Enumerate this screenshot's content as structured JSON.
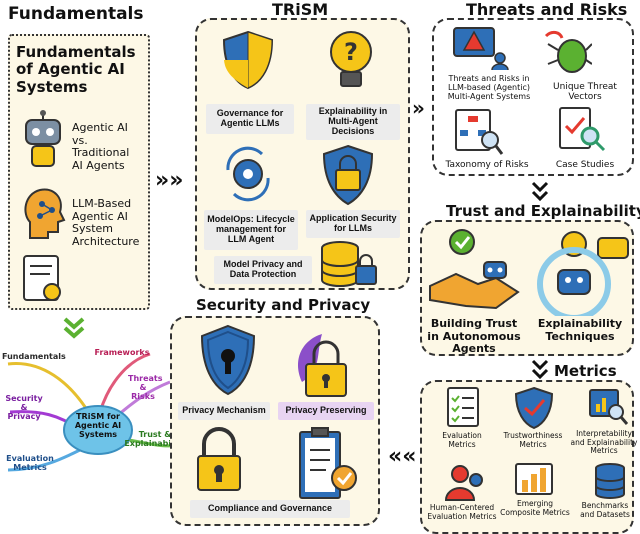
{
  "fundamentals": {
    "title": "Fundamentals",
    "box_title": "Fundamentals of Agentic AI Systems",
    "items": [
      "Agentic AI vs. Traditional AI Agents",
      "LLM-Based Agentic AI System Architecture"
    ]
  },
  "trism": {
    "title": "TRiSM",
    "items": [
      "Governance for Agentic LLMs",
      "Explainability in Multi-Agent Decisions",
      "ModelOps: Lifecycle management for LLM Agent",
      "Application Security for LLMs",
      "Model Privacy and Data Protection"
    ]
  },
  "threats": {
    "title": "Threats and Risks",
    "items": [
      "Threats and Risks in LLM-based (Agentic) Multi-Agent Systems",
      "Unique Threat Vectors",
      "Taxonomy of Risks",
      "Case Studies"
    ]
  },
  "trust": {
    "title": "Trust and Explainability",
    "items": [
      "Building Trust in Autonomous Agents",
      "Explainability Techniques"
    ]
  },
  "metrics": {
    "title": "Metrics",
    "items": [
      "Evaluation Metrics",
      "Trustworthiness Metrics",
      "Interpretability and Explainability Metrics",
      "Human-Centered Evaluation Metrics",
      "Emerging Composite Metrics",
      "Benchmarks and Datasets"
    ]
  },
  "security": {
    "title": "Security and Privacy",
    "items": [
      "Privacy Mechanism",
      "Privacy Preserving",
      "Compliance and Governance"
    ]
  },
  "mindmap": {
    "center": "TRiSM for Agentic AI Systems",
    "branches": [
      "Fundamentals",
      "Frameworks",
      "Threats & Risks",
      "Trust & Explainability",
      "Evaluation Metrics",
      "Security & Privacy"
    ]
  },
  "colors": {
    "panel_bg": "#fdf8e6",
    "label_bg": "#ececec",
    "accent_blue": "#2e6fb7",
    "accent_yellow": "#f5c518",
    "chevron_green": "#5bb131"
  }
}
